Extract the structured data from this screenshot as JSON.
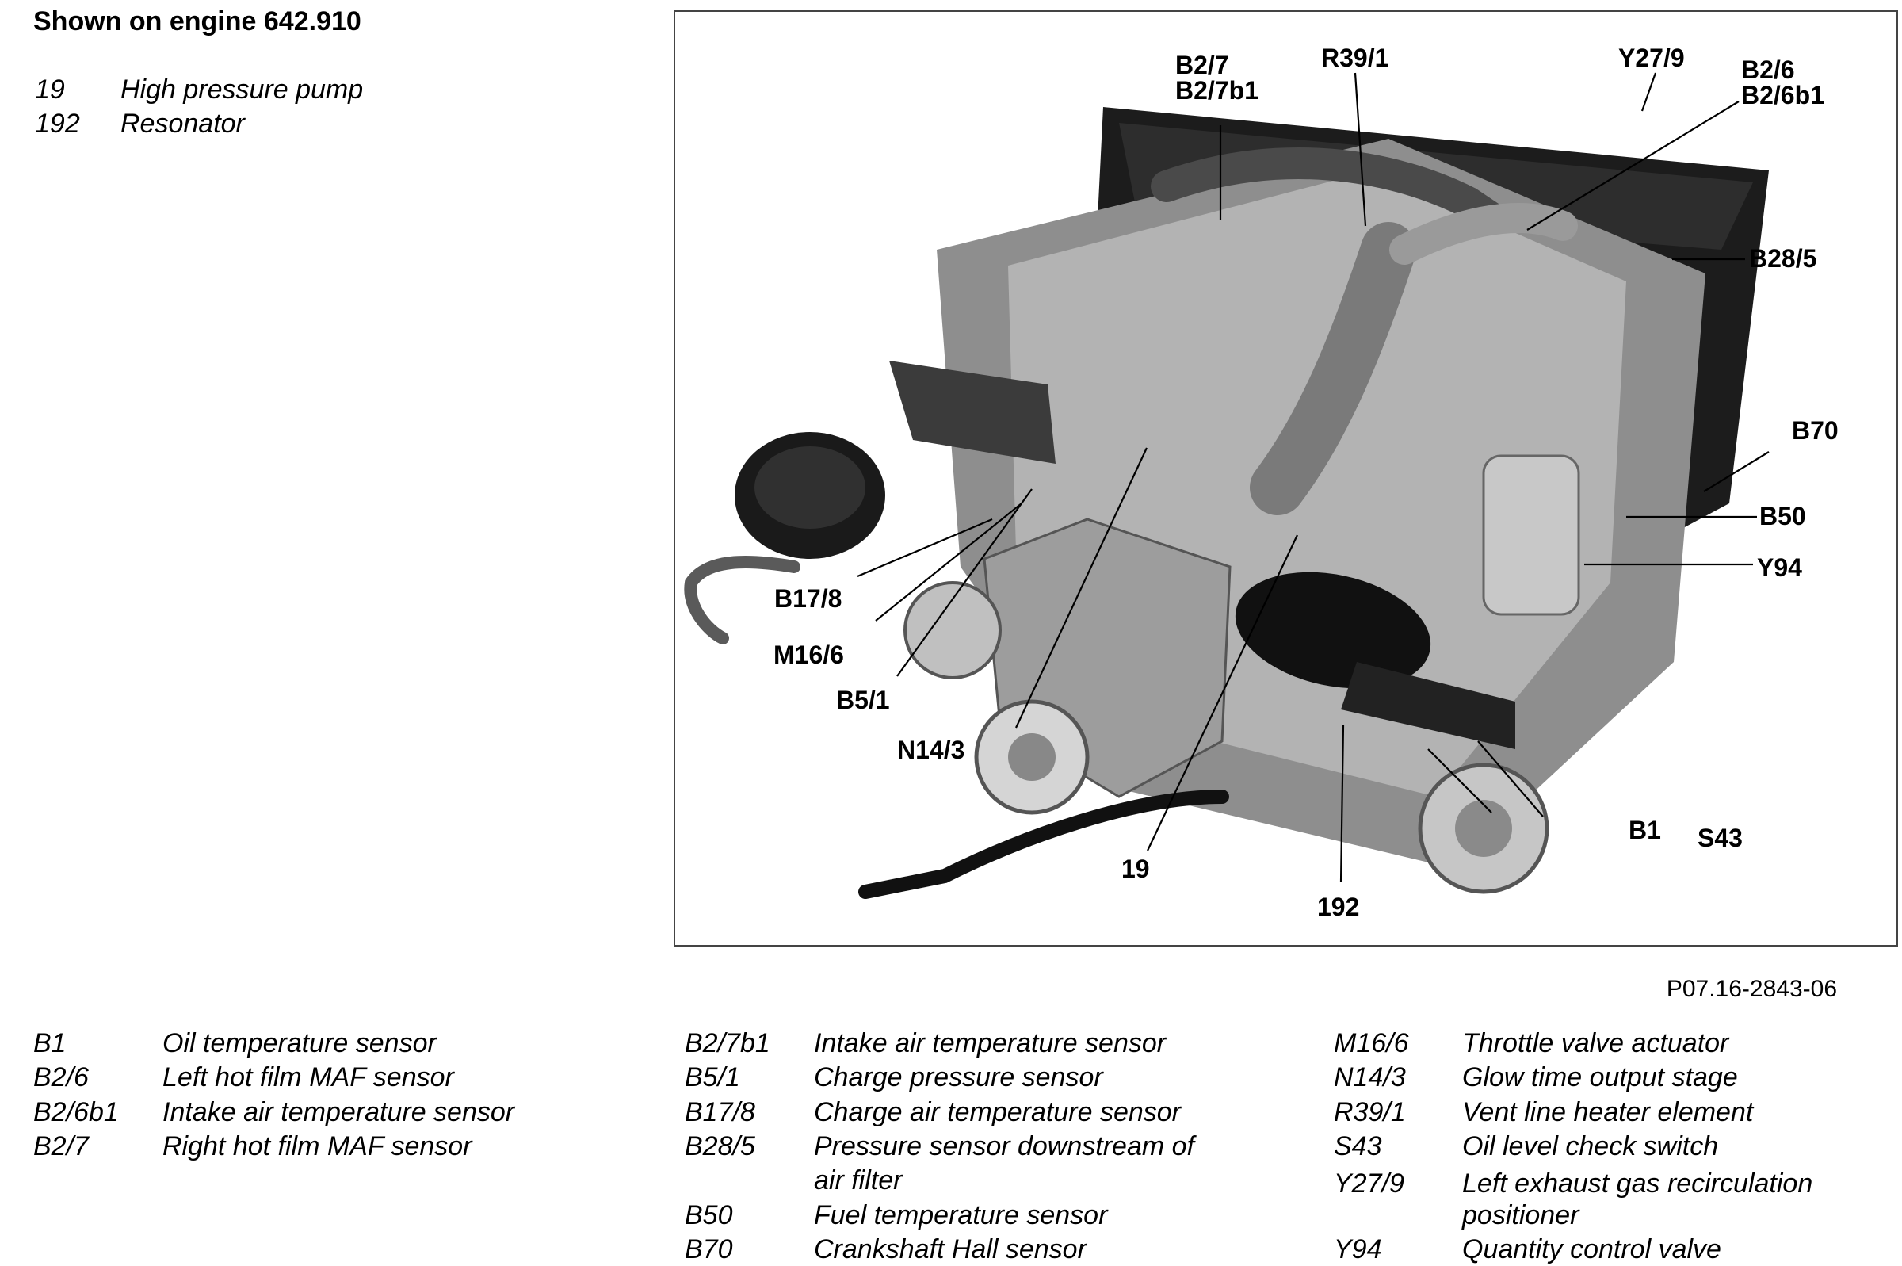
{
  "heading": "Shown on engine 642.910",
  "top_legend": [
    {
      "code": "19",
      "text": "High pressure pump"
    },
    {
      "code": "192",
      "text": "Resonator"
    }
  ],
  "figure": {
    "callouts": [
      "B2/7",
      "B2/7b1",
      "R39/1",
      "Y27/9",
      "B2/6",
      "B2/6b1",
      "B28/5",
      "B70",
      "B50",
      "Y94",
      "B17/8",
      "M16/6",
      "B5/1",
      "N14/3",
      "19",
      "192",
      "B1",
      "S43"
    ]
  },
  "figure_id": "P07.16-2843-06",
  "legend": {
    "col1": [
      {
        "code": "B1",
        "text": "Oil temperature sensor"
      },
      {
        "code": "B2/6",
        "text": "Left hot film MAF sensor"
      },
      {
        "code": "B2/6b1",
        "text": "Intake air temperature sensor"
      },
      {
        "code": "B2/7",
        "text": "Right hot film MAF sensor"
      }
    ],
    "col2": [
      {
        "code": "B2/7b1",
        "text": "Intake air temperature sensor"
      },
      {
        "code": "B5/1",
        "text": "Charge pressure sensor"
      },
      {
        "code": "B17/8",
        "text": "Charge air temperature sensor"
      },
      {
        "code": "B28/5",
        "text": "Pressure sensor downstream of",
        "text2": "air filter"
      },
      {
        "code": "B50",
        "text": "Fuel temperature sensor"
      },
      {
        "code": "B70",
        "text": "Crankshaft Hall sensor"
      }
    ],
    "col3": [
      {
        "code": "M16/6",
        "text": "Throttle valve actuator"
      },
      {
        "code": "N14/3",
        "text": "Glow time output stage"
      },
      {
        "code": "R39/1",
        "text": "Vent line heater element"
      },
      {
        "code": "S43",
        "text": "Oil level check switch"
      },
      {
        "code": "Y27/9",
        "text": "Left exhaust gas recirculation",
        "text2": "positioner"
      },
      {
        "code": "Y94",
        "text": "Quantity control valve"
      }
    ]
  }
}
